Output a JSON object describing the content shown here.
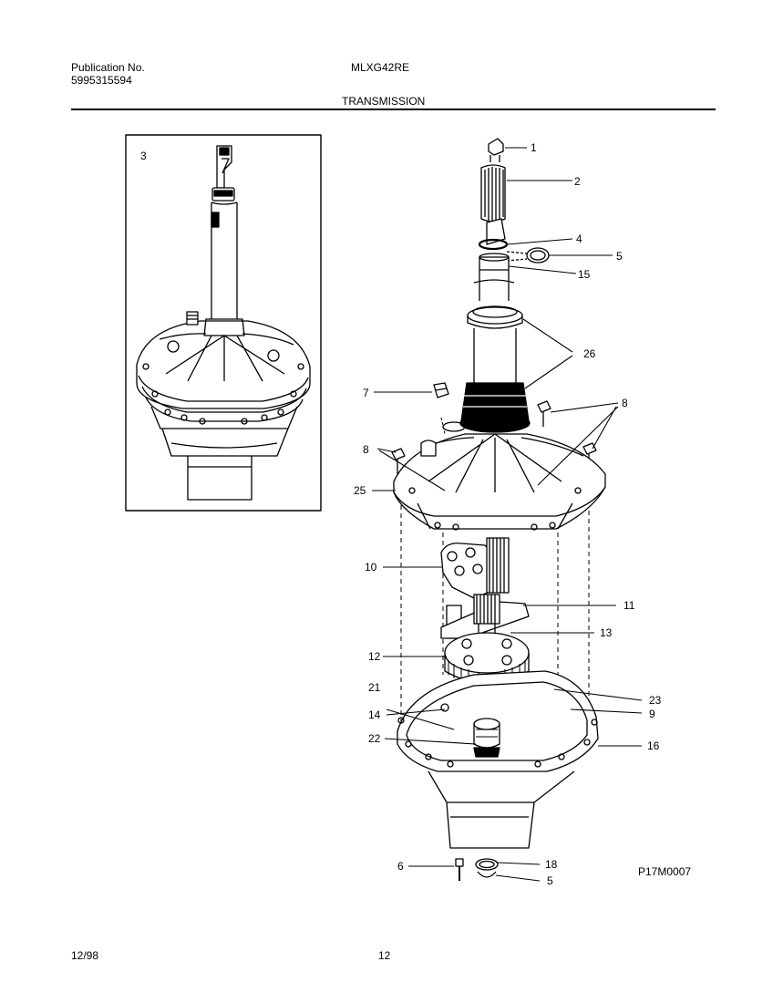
{
  "header": {
    "publication_label": "Publication No.",
    "publication_number": "5995315594",
    "model": "MLXG42RE",
    "section_title": "TRANSMISSION"
  },
  "footer": {
    "date": "12/98",
    "page_number": "12"
  },
  "inset": {
    "callout": "3"
  },
  "drawing_code": "P17M0007",
  "callouts": [
    "1",
    "2",
    "4",
    "5",
    "15",
    "26",
    "7",
    "8",
    "8",
    "25",
    "10",
    "11",
    "13",
    "12",
    "21",
    "14",
    "22",
    "23",
    "9",
    "16",
    "6",
    "18",
    "5"
  ]
}
